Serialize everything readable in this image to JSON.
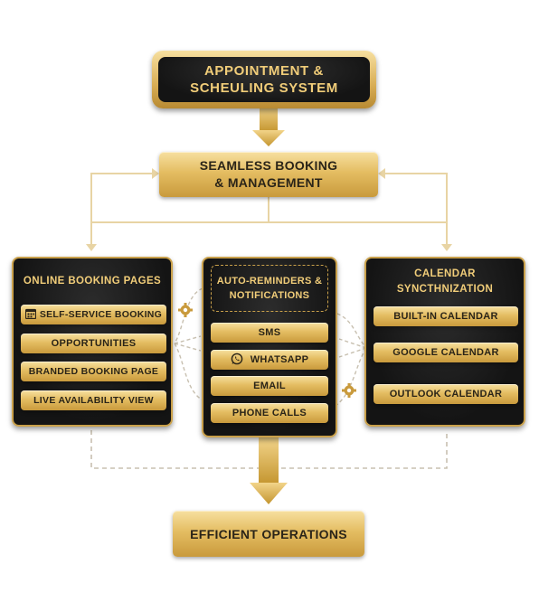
{
  "title": {
    "line1": "APPOINTMENT &",
    "line2": "SCHEULING SYSTEM"
  },
  "seamless": {
    "line1": "SEAMLESS BOOKING",
    "line2": "& MANAGEMENT"
  },
  "left_panel": {
    "title": "ONLINE BOOKING PAGES",
    "items": [
      "SELF-SERVICE BOOKING",
      "OPPORTUNITIES",
      "BRANDED BOOKING PAGE",
      "LIVE AVAILABILITY VIEW"
    ]
  },
  "center_panel": {
    "title_line1": "AUTO-REMINDERS &",
    "title_line2": "NOTIFICATIONS",
    "items": [
      "SMS",
      "WHATSAPP",
      "EMAIL",
      "PHONE CALLS"
    ]
  },
  "right_panel": {
    "title_line1": "CALENDAR",
    "title_line2": "SYNCTHNIZATION",
    "items": [
      "BUILT-IN CALENDAR",
      "GOOGLE CALENDAR",
      "OUTLOOK CALENDAR"
    ]
  },
  "result": {
    "label": "EFFICIENT OPERATIONS"
  },
  "icons": {
    "self_service": "calendar-icon",
    "whatsapp": "whatsapp-icon",
    "gear": "gear-icon"
  },
  "colors": {
    "gold_light": "#f7e0a0",
    "gold_mid": "#e4bd62",
    "gold_dark": "#c99a3c",
    "panel_dark": "#141414",
    "panel_text": "#f1cd79",
    "connector": "#e8d4a4"
  }
}
